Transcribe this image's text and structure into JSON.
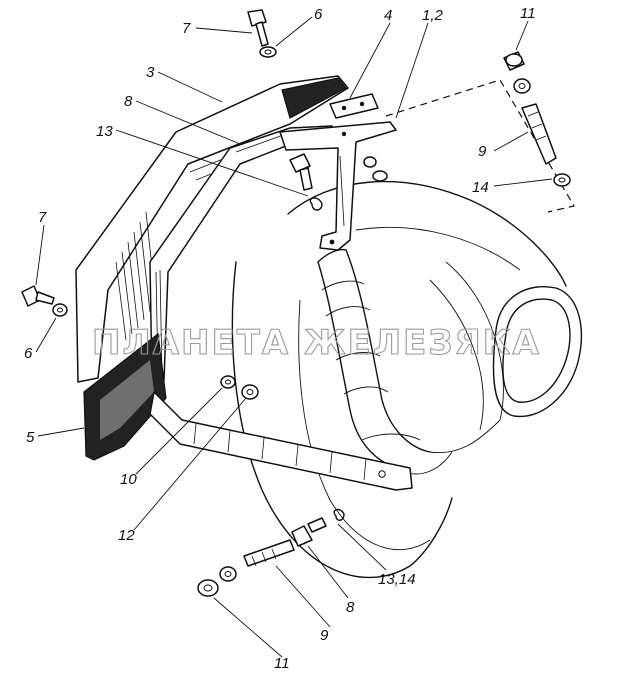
{
  "diagram": {
    "watermark": "ПЛАНЕТА ЖЕЛЕЗЯКА",
    "callouts": {
      "c1_2": "1,2",
      "c3": "3",
      "c4": "4",
      "c5": "5",
      "c6_top": "6",
      "c6_left": "6",
      "c7_top": "7",
      "c7_left": "7",
      "c8_top": "8",
      "c8_bottom": "8",
      "c9_right": "9",
      "c9_bottom": "9",
      "c10": "10",
      "c11_top": "11",
      "c11_bottom": "11",
      "c12": "12",
      "c13": "13",
      "c13_14": "13,14",
      "c14": "14"
    }
  }
}
